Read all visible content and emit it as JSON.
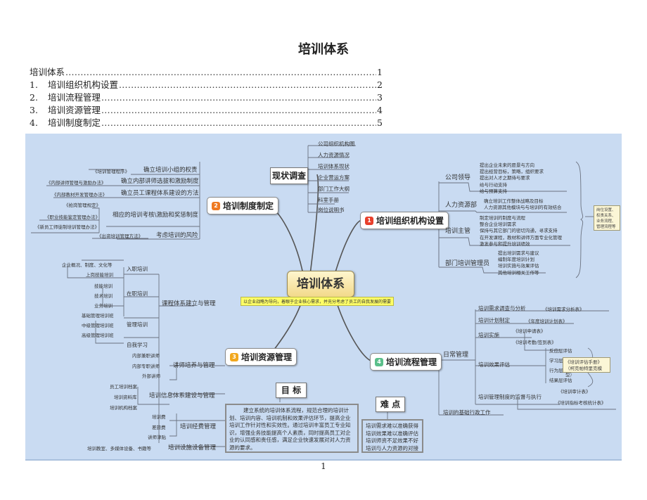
{
  "document": {
    "title": "培训体系",
    "page_number": "1"
  },
  "toc": [
    {
      "num": "",
      "label": "培训体系",
      "page": "1"
    },
    {
      "num": "1.",
      "label": "培训组织机构设置",
      "page": "2"
    },
    {
      "num": "2.",
      "label": "培训流程管理",
      "page": "3"
    },
    {
      "num": "3.",
      "label": "培训资源管理",
      "page": "4"
    },
    {
      "num": "4.",
      "label": "培训制度制定",
      "page": "5"
    }
  ],
  "mindmap": {
    "center": {
      "title": "培训体系",
      "note": "以企业战略为导向，着眼于企业核心需求，并充分考虑了员工的自我发展的需要"
    },
    "survey": {
      "title": "现状调查",
      "items": [
        "公司组织机构图",
        "人力资源情况",
        "培训体系现状",
        "企业营运方案",
        "部门工作大纲",
        "科室手册",
        "岗位说明书"
      ]
    },
    "branch1": {
      "badge": "1",
      "badge_color": "#e8402c",
      "title": "培训组织机构设置",
      "groups": [
        {
          "label": "公司领导",
          "items": [
            "提出企业未来的愿景与方向",
            "提出经营目标，策略，组织要求",
            "提出对人才之期待与要求",
            "给与行动支持",
            "给与预算支持"
          ]
        },
        {
          "label": "人力资源部",
          "items": [
            "确立培训工作整体战略及目标",
            "人力资源其他模块与与培训的有效结合"
          ]
        },
        {
          "label": "培训主管",
          "items": [
            "制定培训的制度与流程",
            "整合企业培训需求",
            "保持与其它部门的密切沟通，寻求支持",
            "在开发课程，教材和讲师方面专业化管理",
            "激发参与和提升培训绩效"
          ]
        },
        {
          "label": "部门培训管理员",
          "items": [
            "提出培训需求与建议",
            "编制年度培训计划",
            "培训实施与效果评估",
            "其他培训相关工作等"
          ]
        }
      ],
      "side_note": "岗位设置、权责关系、业务流程、管理流程等"
    },
    "branch2": {
      "badge": "2",
      "badge_color": "#ef7a22",
      "title": "培训制度制定",
      "groups": [
        {
          "label": "确立培训小组的权责",
          "items": [
            "《培训管理程序》"
          ]
        },
        {
          "label": "确立内部讲师选拔和激励制度",
          "items": [
            "《内部讲师管理与激励办法》"
          ]
        },
        {
          "label": "确立员工课程体系建设的方法",
          "items": [
            "《内部教材开发管理办法》"
          ]
        },
        {
          "label": "相应的培训考核\\激励和奖惩制度",
          "items": [
            "《抢岗管理规定》",
            "《职业技能鉴定管理办法》",
            "《新员工师徒制培训管理办法》"
          ]
        },
        {
          "label": "考虑培训的风险",
          "items": [
            "《出资培训管理方法》"
          ]
        }
      ]
    },
    "branch3": {
      "badge": "3",
      "badge_color": "#f2a81e",
      "title": "培训资源管理",
      "course_system": {
        "label": "课程体系建立与管理",
        "groups": [
          {
            "label": "入职培训",
            "items": [
              "企业概况、制度、文化等",
              "上岗技能培训"
            ]
          },
          {
            "label": "在职培训",
            "items": [
              "技能培训",
              "技术培训",
              "业务培训"
            ]
          },
          {
            "label": "管理培训",
            "items": [
              "基础管理培训班",
              "中级管理培训班",
              "高级管理培训班"
            ]
          },
          {
            "label": "自我学习",
            "items": []
          }
        ]
      },
      "groups": [
        {
          "label": "讲师培养与管理",
          "items": [
            "内部兼职讲师",
            "内部专职讲师",
            "外部讲师"
          ]
        },
        {
          "label": "培训信息体系建设与管理",
          "items": [
            "员工培训档案",
            "培训资料库",
            "培训机构档案"
          ]
        },
        {
          "label": "培训经费管理",
          "items": [
            "培训费",
            "差旅费",
            "讲师津贴"
          ]
        },
        {
          "label": "培训设施设备管理",
          "items": [
            "培训教室、多媒体设备、书籍等"
          ]
        }
      ]
    },
    "branch4": {
      "badge": "4",
      "badge_color": "#5bbf8a",
      "title": "培训流程管理",
      "daily": {
        "label": "日常管理",
        "groups": [
          {
            "label": "培训需求调查与分析",
            "items": [
              "《培训需求分析表》"
            ]
          },
          {
            "label": "培训计划制定",
            "items": [
              "《年度培训计划表》"
            ]
          },
          {
            "label": "培训实施",
            "items": [
              "《培训申请表》",
              "《培训考勤/签到表》"
            ]
          },
          {
            "label": "培训效果评估",
            "items": [
              "反应层评估",
              "学习层评估",
              "行为层评估",
              "结果层评估"
            ]
          },
          {
            "label": "培训管理制度的监督与执行",
            "items": [
              "《培训审计表》",
              "《培训指标考核统计表》"
            ]
          }
        ],
        "eval_note_line1": "《培训评估手册》",
        "eval_note_line2": "（柯克帕特里克模型）"
      },
      "admin": "培训的基础行政工作"
    },
    "goal": {
      "title": "目 标",
      "text": "建立系统的培训体系流程，规范合理的培训计划、培训内容、培训机制和效果评估环节，提高企业培训工作针对性和实效性。通过培训丰富员工专业知识，增强业务技能提高个人素质，同时提高员工对企业的认同感和责任感，满足企业快速发展对对人力资源的要求。"
    },
    "difficulty": {
      "title": "难 点",
      "items": [
        "培训需求难以准确获得",
        "培训效果难以准确评估",
        "培训师资不足效果不好",
        "培训与人力资源的对接"
      ]
    }
  }
}
